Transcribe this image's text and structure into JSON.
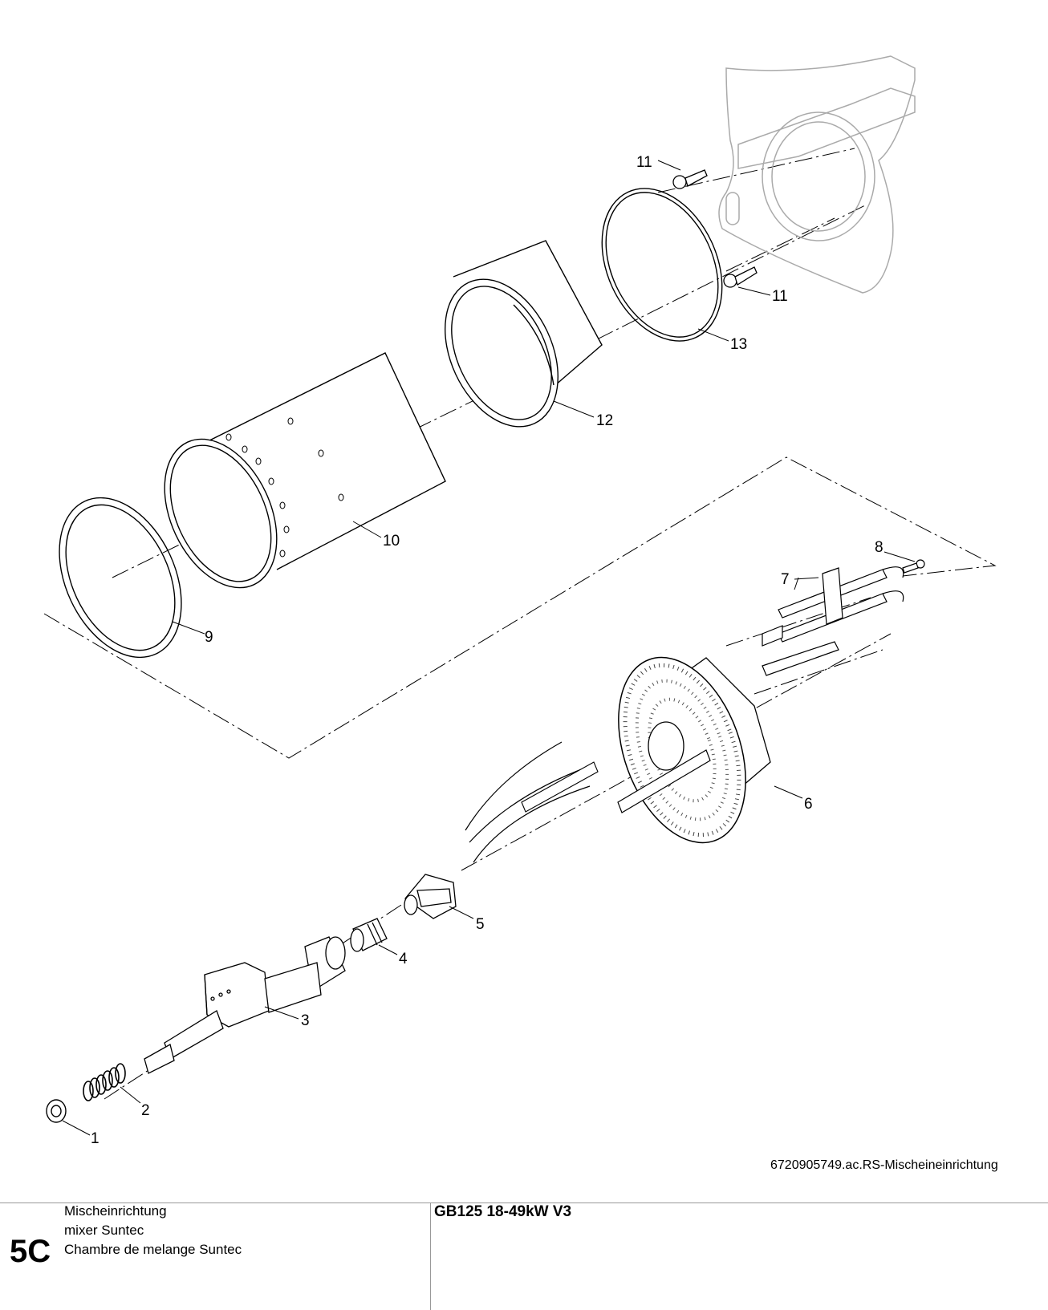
{
  "drawing_id": "6720905749.ac.RS-Mischeineinrichtung",
  "section": {
    "code": "5C",
    "descriptions": [
      "Mischeinrichtung",
      "mixer Suntec",
      "Chambre de melange Suntec"
    ]
  },
  "model": "GB125 18-49kW V3",
  "callouts": [
    "1",
    "2",
    "3",
    "4",
    "5",
    "6",
    "7",
    "8",
    "9",
    "10",
    "11",
    "11",
    "12",
    "13"
  ]
}
